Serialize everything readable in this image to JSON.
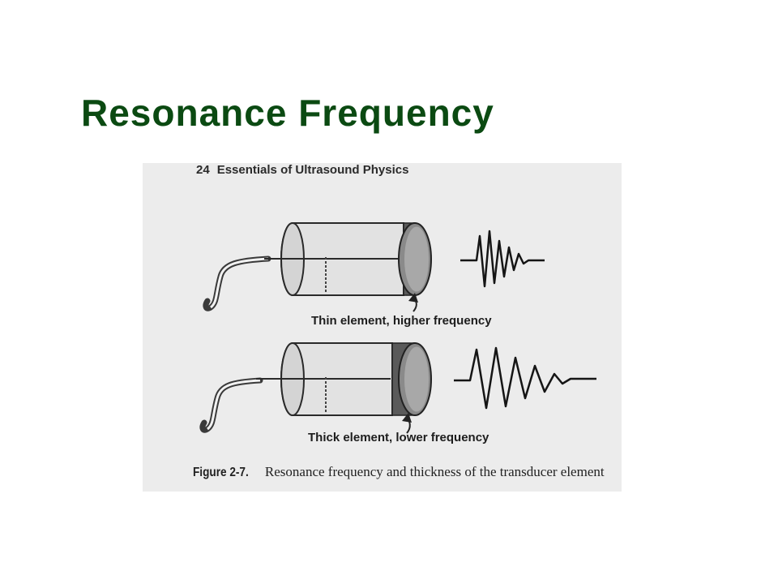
{
  "slide": {
    "title": "Resonance Frequency"
  },
  "scan": {
    "page_number": "24",
    "book_title": "Essentials of Ultrasound Physics",
    "thin_label": "Thin element, higher frequency",
    "thick_label": "Thick element, lower frequency",
    "figure_label": "Figure 2-7.",
    "figure_caption": "Resonance frequency and thickness of the transducer element"
  },
  "colors": {
    "title": "#0b4a12",
    "scan_background": "#ececec",
    "ink": "#1d1d1d"
  },
  "icons": [
    "transducer-thin-element",
    "transducer-thick-element",
    "higher-frequency-waveform",
    "lower-frequency-waveform",
    "pointer-arrow"
  ]
}
